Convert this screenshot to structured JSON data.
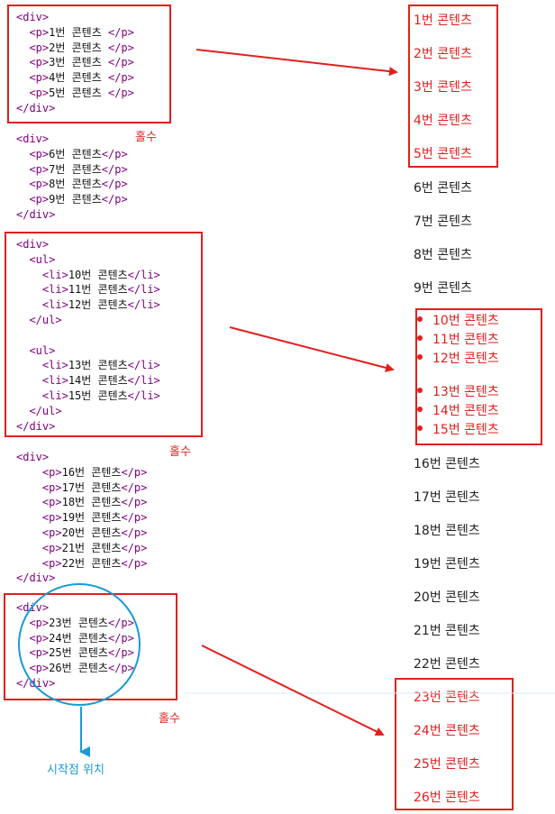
{
  "code_blocks": [
    {
      "lines": [
        {
          "text": "<div>",
          "indent": 0,
          "kind": "tag"
        },
        {
          "open": "<p>",
          "content": "1번 콘텐츠 ",
          "close": "</p>",
          "indent": 1
        },
        {
          "open": "<p>",
          "content": "2번 콘텐츠 ",
          "close": "</p>",
          "indent": 1
        },
        {
          "open": "<p>",
          "content": "3번 콘텐츠 ",
          "close": "</p>",
          "indent": 1
        },
        {
          "open": "<p>",
          "content": "4번 콘텐츠 ",
          "close": "</p>",
          "indent": 1
        },
        {
          "open": "<p>",
          "content": "5번 콘텐츠 ",
          "close": "</p>",
          "indent": 1
        },
        {
          "text": "</div>",
          "indent": 0,
          "kind": "tag"
        }
      ]
    },
    {
      "lines": [
        {
          "text": "<div>",
          "indent": 0,
          "kind": "tag"
        },
        {
          "open": "<p>",
          "content": "6번 콘텐츠",
          "close": "</p>",
          "indent": 1
        },
        {
          "open": "<p>",
          "content": "7번 콘텐츠",
          "close": "</p>",
          "indent": 1
        },
        {
          "open": "<p>",
          "content": "8번 콘텐츠",
          "close": "</p>",
          "indent": 1
        },
        {
          "open": "<p>",
          "content": "9번 콘텐츠",
          "close": "</p>",
          "indent": 1
        },
        {
          "text": "</div>",
          "indent": 0,
          "kind": "tag"
        }
      ]
    },
    {
      "lines": [
        {
          "text": "<div>",
          "indent": 0,
          "kind": "tag"
        },
        {
          "text": "<ul>",
          "indent": 1,
          "kind": "tag"
        },
        {
          "open": "<li>",
          "content": "10번 콘텐츠",
          "close": "</li>",
          "indent": 2
        },
        {
          "open": "<li>",
          "content": "11번 콘텐츠",
          "close": "</li>",
          "indent": 2
        },
        {
          "open": "<li>",
          "content": "12번 콘텐츠",
          "close": "</li>",
          "indent": 2
        },
        {
          "text": "</ul>",
          "indent": 1,
          "kind": "tag"
        },
        {
          "text": "",
          "indent": 0,
          "kind": "blank"
        },
        {
          "text": "<ul>",
          "indent": 1,
          "kind": "tag"
        },
        {
          "open": "<li>",
          "content": "13번 콘텐츠",
          "close": "</li>",
          "indent": 2
        },
        {
          "open": "<li>",
          "content": "14번 콘텐츠",
          "close": "</li>",
          "indent": 2
        },
        {
          "open": "<li>",
          "content": "15번 콘텐츠",
          "close": "</li>",
          "indent": 2
        },
        {
          "text": "</ul>",
          "indent": 1,
          "kind": "tag"
        },
        {
          "text": "</div>",
          "indent": 0,
          "kind": "tag"
        }
      ]
    },
    {
      "lines": [
        {
          "text": "<div>",
          "indent": 0,
          "kind": "tag"
        },
        {
          "open": "<p>",
          "content": "16번 콘텐츠",
          "close": "</p>",
          "indent": 2
        },
        {
          "open": "<p>",
          "content": "17번 콘텐츠",
          "close": "</p>",
          "indent": 2
        },
        {
          "open": "<p>",
          "content": "18번 콘텐츠",
          "close": "</p>",
          "indent": 2
        },
        {
          "open": "<p>",
          "content": "19번 콘텐츠",
          "close": "</p>",
          "indent": 2
        },
        {
          "open": "<p>",
          "content": "20번 콘텐츠",
          "close": "</p>",
          "indent": 2
        },
        {
          "open": "<p>",
          "content": "21번 콘텐츠",
          "close": "</p>",
          "indent": 2
        },
        {
          "open": "<p>",
          "content": "22번 콘텐츠",
          "close": "</p>",
          "indent": 2
        },
        {
          "text": "</div>",
          "indent": 0,
          "kind": "tag"
        }
      ]
    },
    {
      "lines": [
        {
          "text": "<div>",
          "indent": 0,
          "kind": "tag"
        },
        {
          "open": "<p>",
          "content": "23번 콘텐츠",
          "close": "</p>",
          "indent": 1
        },
        {
          "open": "<p>",
          "content": "24번 콘텐츠",
          "close": "</p>",
          "indent": 1
        },
        {
          "open": "<p>",
          "content": "25번 콘텐츠",
          "close": "</p>",
          "indent": 1
        },
        {
          "open": "<p>",
          "content": "26번 콘텐츠",
          "close": "</p>",
          "indent": 1
        },
        {
          "text": "</div>",
          "indent": 0,
          "kind": "tag"
        }
      ]
    }
  ],
  "output_items": [
    {
      "text": "1번 콘텐츠",
      "type": "p",
      "highlight": true
    },
    {
      "text": "2번 콘텐츠",
      "type": "p",
      "highlight": true
    },
    {
      "text": "3번 콘텐츠",
      "type": "p",
      "highlight": true
    },
    {
      "text": "4번 콘텐츠",
      "type": "p",
      "highlight": true
    },
    {
      "text": "5번 콘텐츠",
      "type": "p",
      "highlight": true
    },
    {
      "text": "6번 콘텐츠",
      "type": "p",
      "highlight": false
    },
    {
      "text": "7번 콘텐츠",
      "type": "p",
      "highlight": false
    },
    {
      "text": "8번 콘텐츠",
      "type": "p",
      "highlight": false
    },
    {
      "text": "9번 콘텐츠",
      "type": "p",
      "highlight": false
    },
    {
      "text": "10번 콘텐츠",
      "type": "li",
      "highlight": true
    },
    {
      "text": "11번 콘텐츠",
      "type": "li",
      "highlight": true
    },
    {
      "text": "12번 콘텐츠",
      "type": "li",
      "highlight": true
    },
    {
      "text": "13번 콘텐츠",
      "type": "li",
      "highlight": true
    },
    {
      "text": "14번 콘텐츠",
      "type": "li",
      "highlight": true
    },
    {
      "text": "15번 콘텐츠",
      "type": "li",
      "highlight": true
    },
    {
      "text": "16번 콘텐츠",
      "type": "p",
      "highlight": false
    },
    {
      "text": "17번 콘텐츠",
      "type": "p",
      "highlight": false
    },
    {
      "text": "18번 콘텐츠",
      "type": "p",
      "highlight": false
    },
    {
      "text": "19번 콘텐츠",
      "type": "p",
      "highlight": false
    },
    {
      "text": "20번 콘텐츠",
      "type": "p",
      "highlight": false
    },
    {
      "text": "21번 콘텐츠",
      "type": "p",
      "highlight": false
    },
    {
      "text": "22번 콘텐츠",
      "type": "p",
      "highlight": false
    },
    {
      "text": "23번 콘텐츠",
      "type": "p",
      "highlight": true
    },
    {
      "text": "24번 콘텐츠",
      "type": "p",
      "highlight": true
    },
    {
      "text": "25번 콘텐츠",
      "type": "p",
      "highlight": true
    },
    {
      "text": "26번 콘텐츠",
      "type": "p",
      "highlight": true
    }
  ],
  "annotations": {
    "odd_label_1": "홀수",
    "odd_label_2": "홀수",
    "odd_label_3": "홀수",
    "start_point_label": "시작점 위치"
  },
  "colors": {
    "highlight": "#e0201e",
    "start_marker": "#1a9ad6",
    "tag": "#800080"
  }
}
